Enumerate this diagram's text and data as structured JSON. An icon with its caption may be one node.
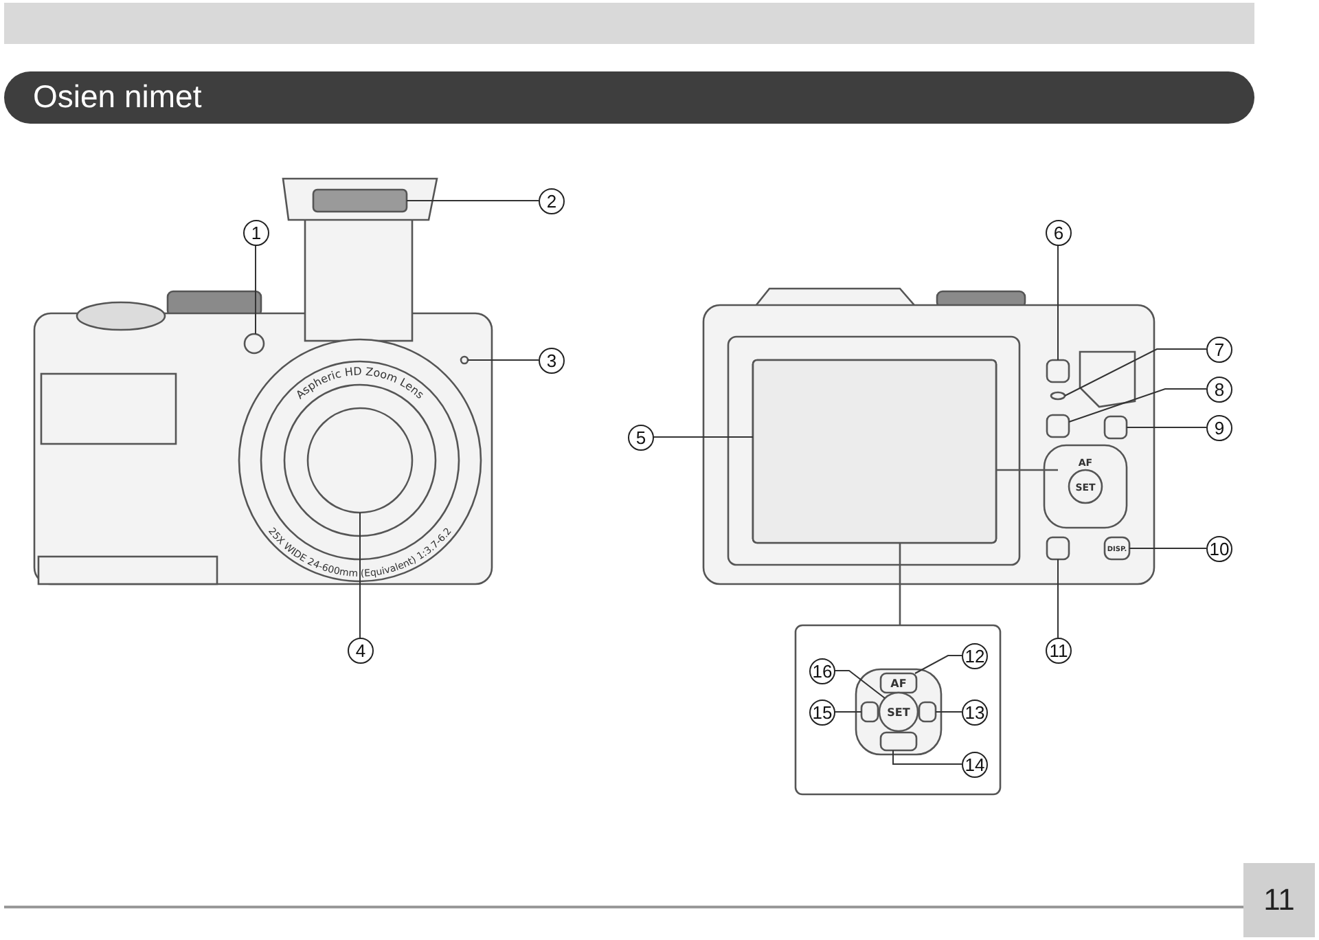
{
  "diagram": {
    "title": "Osien nimet",
    "nodes": [
      {
        "text": [
          "1"
        ]
      },
      {
        "text": [
          "2"
        ]
      },
      {
        "text": [
          "3"
        ]
      },
      {
        "text": [
          "4"
        ]
      },
      {
        "text": [
          "5"
        ]
      },
      {
        "text": [
          "6"
        ]
      },
      {
        "text": [
          "7"
        ]
      },
      {
        "text": [
          "8"
        ]
      },
      {
        "text": [
          "9"
        ]
      },
      {
        "text": [
          "10"
        ]
      },
      {
        "text": [
          "11"
        ]
      },
      {
        "text": [
          "12"
        ]
      },
      {
        "text": [
          "13"
        ]
      },
      {
        "text": [
          "14"
        ]
      },
      {
        "text": [
          "15"
        ]
      },
      {
        "text": [
          "16"
        ]
      },
      {
        "text": [],
        "shape": "circle"
      },
      {
        "text": [],
        "shape": "box"
      },
      {
        "text": [],
        "shape": "circle"
      },
      {
        "text": [],
        "shape": "circle",
        "beside": [
          "Aspheric HD Zoom Lens",
          "25X WIDE 24-600mm (Equivalent) 1:3.7-6.2"
        ]
      },
      {
        "text": [],
        "shape": "box"
      },
      {
        "text": [],
        "shape": "box"
      },
      {
        "text": [],
        "shape": "circle"
      },
      {
        "text": [],
        "shape": "box"
      },
      {
        "text": [],
        "shape": "box"
      },
      {
        "text": [
          "DISP."
        ]
      },
      {
        "text": [],
        "shape": "box"
      },
      {
        "text": [
          "AF"
        ]
      },
      {
        "text": [],
        "shape": "box"
      },
      {
        "text": [],
        "shape": "box"
      },
      {
        "text": [],
        "shape": "box"
      },
      {
        "text": [
          "SET"
        ]
      }
    ],
    "edges": [
      {
        "from": 0,
        "to": 16,
        "arrow": "none"
      },
      {
        "from": 1,
        "to": 17,
        "arrow": "none"
      },
      {
        "from": 2,
        "to": 18,
        "arrow": "none"
      },
      {
        "from": 3,
        "to": 19,
        "arrow": "none"
      },
      {
        "from": 4,
        "to": 20,
        "arrow": "none"
      },
      {
        "from": 5,
        "to": 21,
        "arrow": "none"
      },
      {
        "from": 6,
        "to": 22,
        "arrow": "none"
      },
      {
        "from": 7,
        "to": 23,
        "arrow": "none"
      },
      {
        "from": 8,
        "to": 24,
        "arrow": "none"
      },
      {
        "from": 9,
        "to": 25,
        "arrow": "none"
      },
      {
        "from": 10,
        "to": 26,
        "arrow": "none"
      },
      {
        "from": 11,
        "to": 27,
        "arrow": "none"
      },
      {
        "from": 12,
        "to": 28,
        "arrow": "none"
      },
      {
        "from": 13,
        "to": 29,
        "arrow": "none"
      },
      {
        "from": 14,
        "to": 30,
        "arrow": "none"
      },
      {
        "from": 15,
        "to": 31,
        "arrow": "none"
      }
    ],
    "labels": [
      "AF",
      "SET",
      "11"
    ]
  }
}
